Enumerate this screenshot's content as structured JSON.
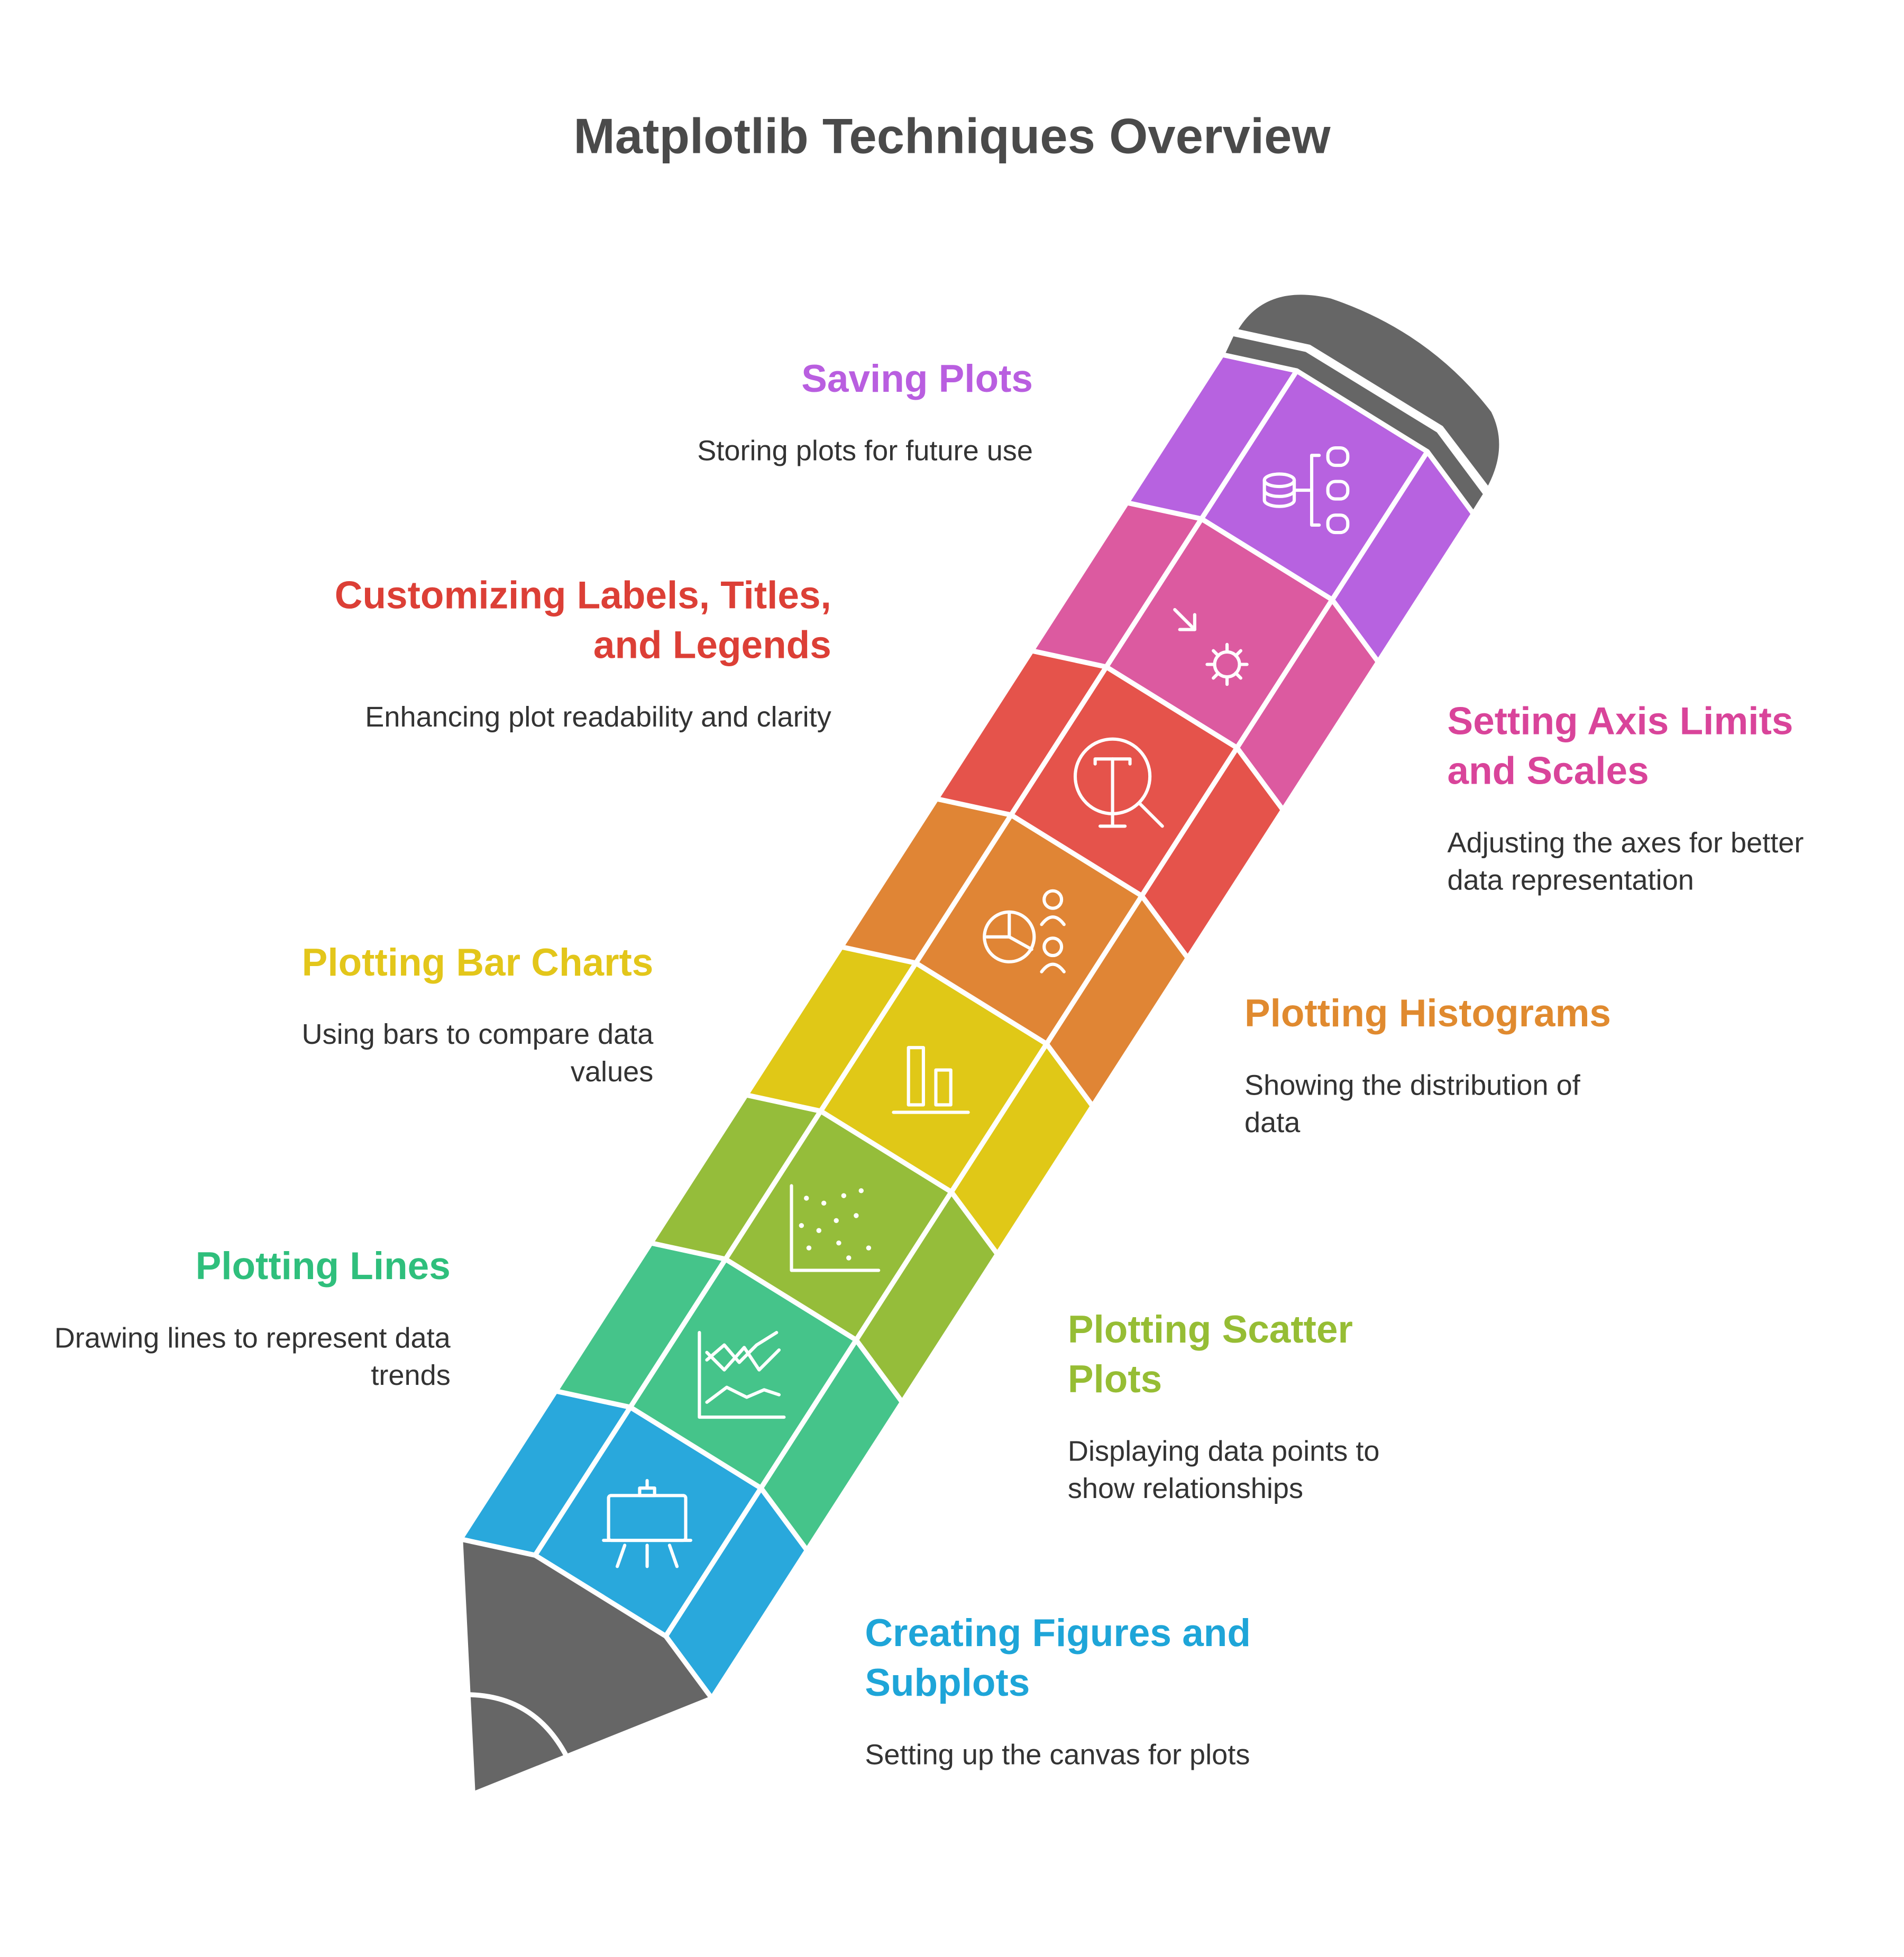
{
  "title": "Matplotlib Techniques Overview",
  "steps": [
    {
      "heading": "Creating Figures and Subplots",
      "description": "Setting up the canvas for plots",
      "color": "#29a8dc",
      "text_color": "#1ea5d8",
      "icon": "presentation-board-icon"
    },
    {
      "heading": "Plotting Lines",
      "description": "Drawing lines to represent data trends",
      "color": "#45c48a",
      "text_color": "#2fbf7c",
      "icon": "line-chart-icon"
    },
    {
      "heading": "Plotting Scatter Plots",
      "description": "Displaying data points to show relationships",
      "color": "#95bd3a",
      "text_color": "#96bd34",
      "icon": "scatter-plot-icon"
    },
    {
      "heading": "Plotting Bar Charts",
      "description": "Using bars to compare data values",
      "color": "#e0c817",
      "text_color": "#e3c61a",
      "icon": "bar-chart-icon"
    },
    {
      "heading": "Plotting Histograms",
      "description": "Showing the distribution of data",
      "color": "#e08535",
      "text_color": "#e08a2f",
      "icon": "pie-chart-people-icon"
    },
    {
      "heading": "Customizing Labels, Titles, and Legends",
      "description": "Enhancing plot readability and clarity",
      "color": "#e5534b",
      "text_color": "#dc3f36",
      "icon": "text-search-icon"
    },
    {
      "heading": "Setting Axis Limits and Scales",
      "description": "Adjusting the axes for better data representation",
      "color": "#dc5aa0",
      "text_color": "#d9449a",
      "icon": "arrow-burst-icon"
    },
    {
      "heading": "Saving Plots",
      "description": "Storing plots for future use",
      "color": "#b762e0",
      "text_color": "#b95ee0",
      "icon": "database-hierarchy-icon"
    }
  ],
  "pencil_color": "#666666"
}
